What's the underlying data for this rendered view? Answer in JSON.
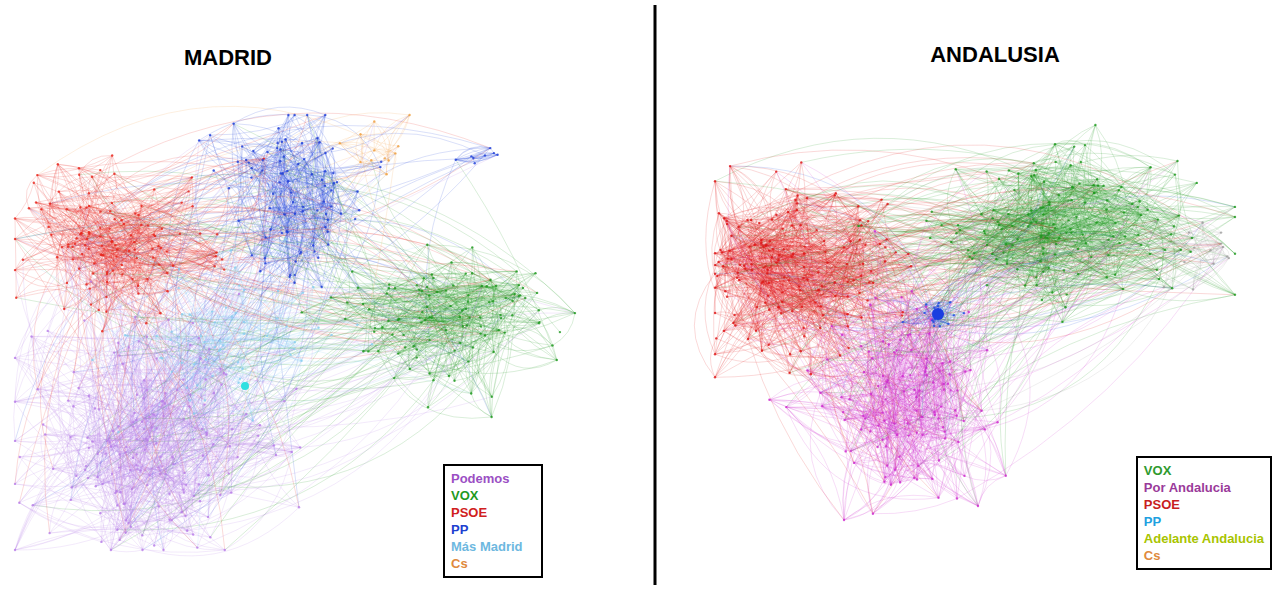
{
  "diagram": {
    "labels": [
      "MADRID",
      "ANDALUSIA"
    ],
    "legend": [
      {
        "text": "Podemos",
        "color": "#9b4fc4"
      },
      {
        "text": "VOX",
        "color": "#1f9a1f"
      },
      {
        "text": "PSOE",
        "color": "#d02020"
      },
      {
        "text": "PP",
        "color": "#2040d0"
      },
      {
        "text": "Más Madrid",
        "color": "#6db8e0"
      },
      {
        "text": "Cs",
        "color": "#e08a3c"
      },
      {
        "text": "VOX",
        "color": "#2e9a2e"
      },
      {
        "text": "Por Andalucia",
        "color": "#9a3a9a"
      },
      {
        "text": "PSOE",
        "color": "#c8201e"
      },
      {
        "text": "PP",
        "color": "#20a0e0"
      },
      {
        "text": "Adelante Andalucia",
        "color": "#a8c400"
      },
      {
        "text": "Cs",
        "color": "#e08a3c"
      }
    ]
  }
}
